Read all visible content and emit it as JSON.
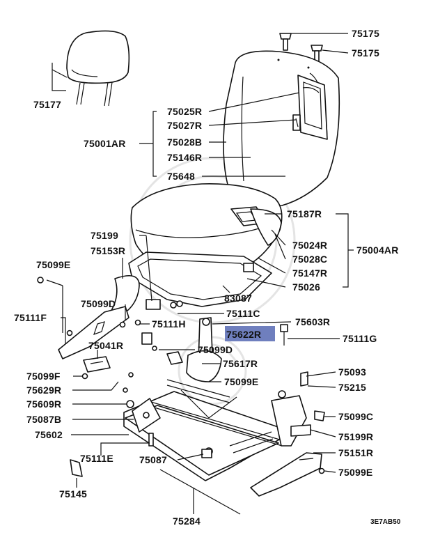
{
  "labels": {
    "p75175a": "75175",
    "p75175b": "75175",
    "p75177": "75177",
    "p75025R": "75025R",
    "p75027R": "75027R",
    "p75001AR": "75001AR",
    "p75028B": "75028B",
    "p75146R": "75146R",
    "p75648": "75648",
    "p75187R": "75187R",
    "p75199a": "75199",
    "p75153R": "75153R",
    "p75024R": "75024R",
    "p75004AR": "75004AR",
    "p75028C": "75028C",
    "p75099E_a": "75099E",
    "p75147R": "75147R",
    "p75026": "75026",
    "p83087": "83087",
    "p75099D_a": "75099D",
    "p75111F": "75111F",
    "p75111C": "75111C",
    "p75111H": "75111H",
    "p75603R": "75603R",
    "p75622R": "75622R",
    "p75111G": "75111G",
    "p75041R": "75041R",
    "p75099D_b": "75099D",
    "p75617R": "75617R",
    "p75099F": "75099F",
    "p75093": "75093",
    "p75099E_b": "75099E",
    "p75629R": "75629R",
    "p75215": "75215",
    "p75609R": "75609R",
    "p75099C": "75099C",
    "p75087B": "75087B",
    "p75602": "75602",
    "p75199R": "75199R",
    "p75151R": "75151R",
    "p75111E": "75111E",
    "p75087": "75087",
    "p75099E_c": "75099E",
    "p75145": "75145",
    "p75284": "75284"
  },
  "highlight_color": "#6f7fbe",
  "diagram_code": "3E7AB50"
}
